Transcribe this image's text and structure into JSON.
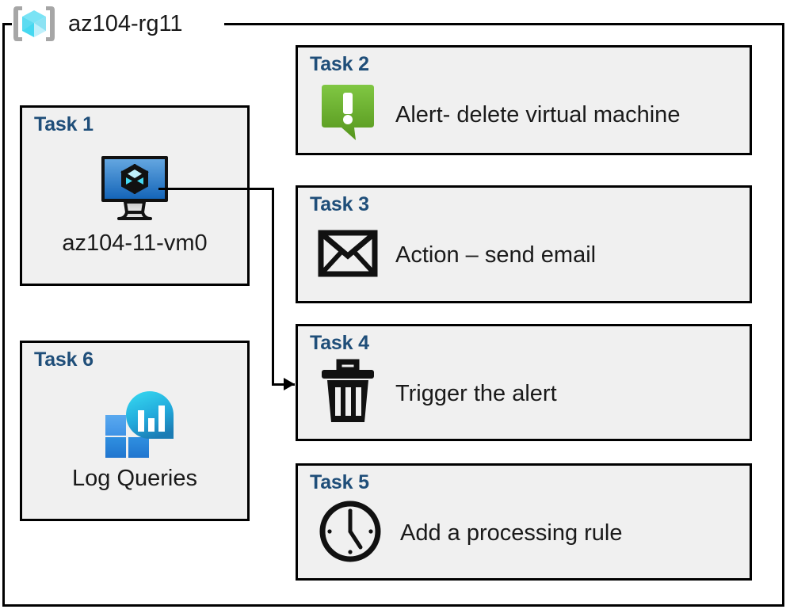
{
  "resource_group": {
    "icon": "resource-group-cube-icon",
    "title": "az104-rg11"
  },
  "colors": {
    "task_title": "#1f4e79",
    "card_bg": "#f0f0f0",
    "card_border": "#000000",
    "rg_cube_light": "#7ae3f5",
    "rg_cube_mid": "#50d4ec",
    "rg_bracket": "#a6a6a6",
    "vm_screen_top": "#5b9bd5",
    "vm_screen_bottom": "#1f6fc0",
    "alert_green_light": "#7ac143",
    "alert_green_dark": "#5b9b1f",
    "log_tile_blue": "#2f8fe0",
    "log_circle_top": "#2fd0ea",
    "log_circle_bottom": "#1f7fb8",
    "icon_black": "#111111"
  },
  "cards": [
    {
      "id": "task-1",
      "title": "Task 1",
      "label": "az104-11-vm0",
      "icon": "virtual-machine-icon",
      "layout": "vertical"
    },
    {
      "id": "task-2",
      "title": "Task 2",
      "label": "Alert- delete virtual machine",
      "icon": "alert-exclamation-bubble-icon",
      "layout": "horizontal"
    },
    {
      "id": "task-3",
      "title": "Task 3",
      "label": "Action – send email",
      "icon": "envelope-icon",
      "layout": "horizontal"
    },
    {
      "id": "task-4",
      "title": "Task 4",
      "label": "Trigger the alert",
      "icon": "trash-can-icon",
      "layout": "horizontal"
    },
    {
      "id": "task-5",
      "title": "Task 5",
      "label": "Add a processing rule",
      "icon": "clock-icon",
      "layout": "horizontal"
    },
    {
      "id": "task-6",
      "title": "Task 6",
      "label": "Log Queries",
      "icon": "log-analytics-icon",
      "layout": "vertical"
    }
  ],
  "connector": {
    "from": "task-1",
    "to": "task-4",
    "arrow": "arrowhead-right"
  }
}
